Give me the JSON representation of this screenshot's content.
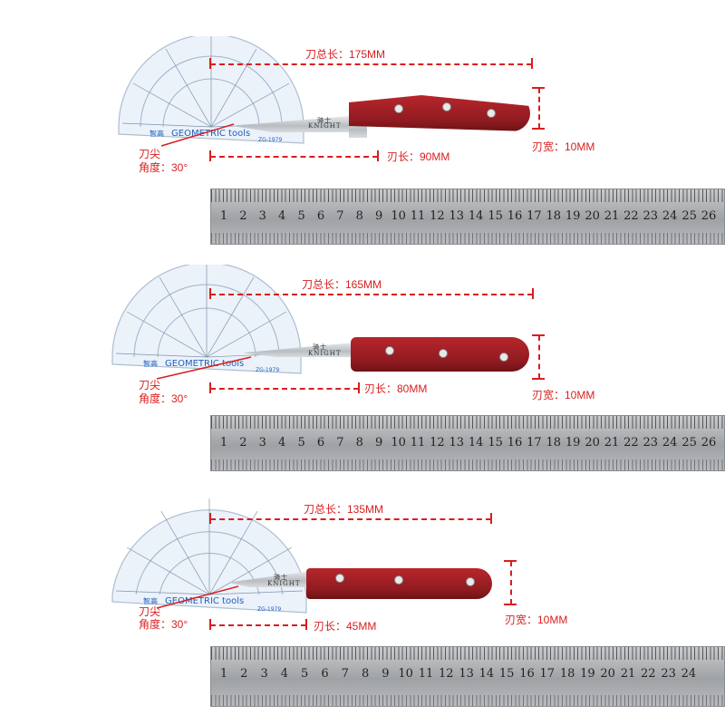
{
  "knives": [
    {
      "total_length_label": "刀总长：175MM",
      "blade_length_label": "刃长：90MM",
      "blade_width_label": "刃宽：10MM",
      "tip_label": "刀尖",
      "angle_label": "角度：30°",
      "brand_cn": "骑士",
      "brand_en": "KNIGHT",
      "protractor_text": "GEOMETRIC tools",
      "protractor_brand": "智高",
      "protractor_model": "ZG-1979",
      "ruler_numbers": [
        "1",
        "2",
        "3",
        "4",
        "5",
        "6",
        "7",
        "8",
        "9",
        "10",
        "11",
        "12",
        "13",
        "14",
        "15",
        "16",
        "17",
        "18",
        "19",
        "20",
        "21",
        "22",
        "23",
        "24",
        "25",
        "26"
      ]
    },
    {
      "total_length_label": "刀总长：165MM",
      "blade_length_label": "刃长：80MM",
      "blade_width_label": "刃宽：10MM",
      "tip_label": "刀尖",
      "angle_label": "角度：30°",
      "brand_cn": "骑士",
      "brand_en": "KNIGHT",
      "protractor_text": "GEOMETRIC tools",
      "protractor_brand": "智高",
      "protractor_model": "ZG-1979",
      "ruler_numbers": [
        "1",
        "2",
        "3",
        "4",
        "5",
        "6",
        "7",
        "8",
        "9",
        "10",
        "11",
        "12",
        "13",
        "14",
        "15",
        "16",
        "17",
        "18",
        "19",
        "20",
        "21",
        "22",
        "23",
        "24",
        "25",
        "26"
      ]
    },
    {
      "total_length_label": "刀总长：135MM",
      "blade_length_label": "刃长：45MM",
      "blade_width_label": "刃宽：10MM",
      "tip_label": "刀尖",
      "angle_label": "角度：30°",
      "brand_cn": "骑士",
      "brand_en": "KNIGHT",
      "protractor_text": "GEOMETRIC tools",
      "protractor_brand": "智高",
      "protractor_model": "ZG-1979",
      "ruler_numbers": [
        "1",
        "2",
        "3",
        "4",
        "5",
        "6",
        "7",
        "8",
        "9",
        "10",
        "11",
        "12",
        "13",
        "14",
        "15",
        "16",
        "17",
        "18",
        "19",
        "20",
        "21",
        "22",
        "23",
        "24"
      ]
    }
  ],
  "colors": {
    "annotation": "#d81e1e",
    "handle": "#a3202a",
    "protractor_blue": "#1f5fbf"
  }
}
